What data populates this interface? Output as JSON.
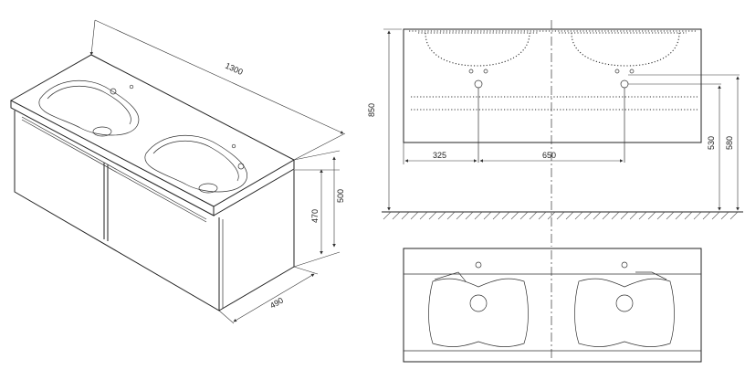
{
  "dimensions": {
    "width": "1300",
    "height_body": "470",
    "height_total": "500",
    "depth": "490",
    "overall_height": "850",
    "tap_offset": "325",
    "tap_spacing": "650",
    "waste_height_1": "530",
    "waste_height_2": "580"
  }
}
